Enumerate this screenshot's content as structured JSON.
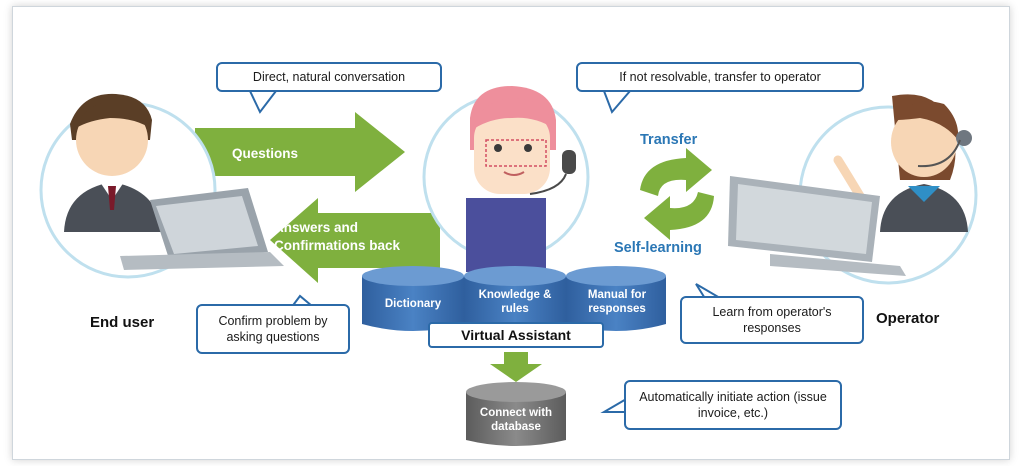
{
  "callouts": {
    "direct": "Direct, natural conversation",
    "transfer_if": "If not resolvable, transfer to operator",
    "confirm": "Confirm problem by asking questions",
    "learn": "Learn from operator's responses",
    "auto": "Automatically initiate action (issue invoice, etc.)"
  },
  "arrows": {
    "questions": "Questions",
    "answers": "Answers and Confirmations back"
  },
  "labels": {
    "transfer": "Transfer",
    "self_learning": "Self-learning",
    "end_user": "End user",
    "operator": "Operator"
  },
  "databases": {
    "dictionary": "Dictionary",
    "knowledge": "Knowledge & rules",
    "manual": "Manual for responses",
    "connect": "Connect with database"
  },
  "virtual_assistant": "Virtual Assistant",
  "colors": {
    "arrow_green": "#7fb03e",
    "callout_border": "#2b6aa8",
    "db_blue": "#3a6fb0",
    "db_gray": "#6f6f6f",
    "accent_text": "#2b77b5"
  }
}
